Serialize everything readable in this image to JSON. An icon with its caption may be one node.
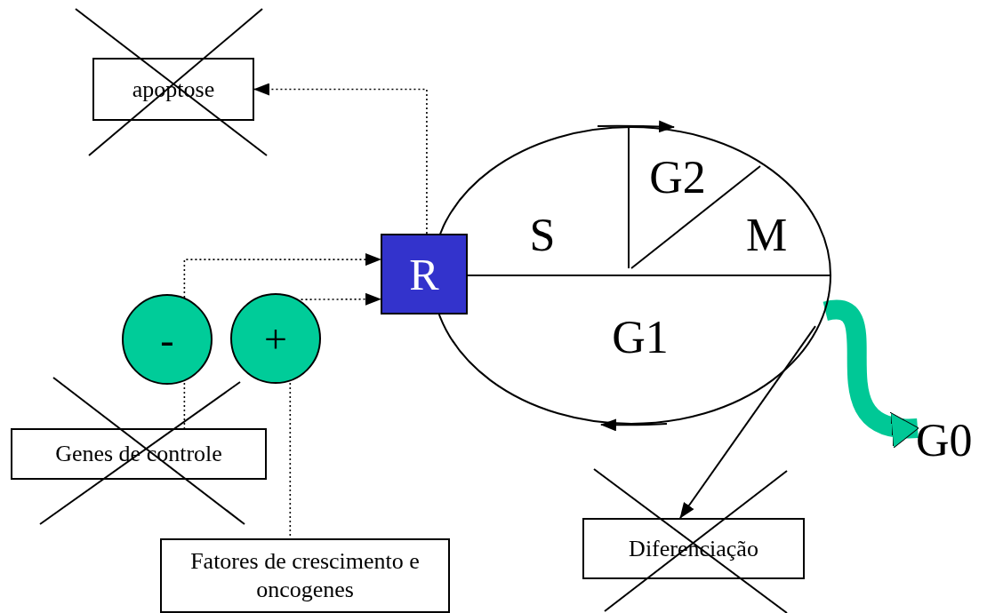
{
  "diagram": {
    "nodes": [
      {
        "text": [
          "apoptose"
        ]
      },
      {
        "text": [
          "G2",
          "S",
          "M",
          "G1"
        ]
      },
      {
        "text": [
          "R"
        ]
      },
      {
        "text": [
          "-"
        ]
      },
      {
        "text": [
          "+"
        ]
      },
      {
        "text": [
          "Genes de controle"
        ]
      },
      {
        "text": [
          "Fatores de crescimento e oncogenes"
        ]
      },
      {
        "text": [
          "Diferenciação"
        ]
      },
      {
        "text": [
          "G0"
        ]
      }
    ],
    "edges": [
      {
        "from": 2,
        "to": 0,
        "arrow": "to",
        "style": "dashed"
      },
      {
        "from": 3,
        "to": 2,
        "arrow": "to",
        "style": "dashed"
      },
      {
        "from": 4,
        "to": 2,
        "arrow": "to",
        "style": "dashed"
      },
      {
        "from": 3,
        "to": 5,
        "arrow": "none",
        "style": "dashed"
      },
      {
        "from": 4,
        "to": 6,
        "arrow": "none",
        "style": "dashed"
      },
      {
        "from": 1,
        "to": 7,
        "arrow": "to"
      },
      {
        "from": 1,
        "to": 8,
        "arrow": "to",
        "style": "thick",
        "color": "#00c896"
      }
    ]
  }
}
